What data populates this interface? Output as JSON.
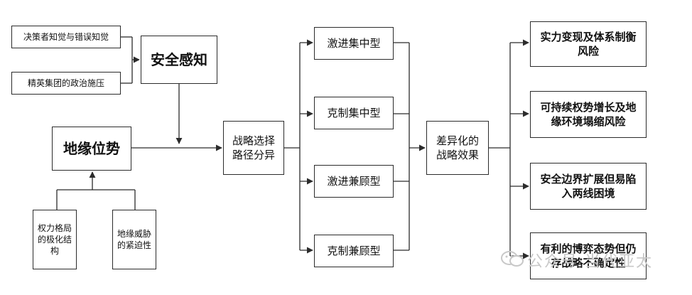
{
  "inputs": {
    "decision_perception": "决策者知觉与错误知觉",
    "elite_pressure": "精英集团的政治施压",
    "security_perception": "安全感知",
    "geo_position": "地缘位势",
    "power_structure": "权力格局的极化结构",
    "threat_urgency": "地缘威胁的紧迫性"
  },
  "middle": {
    "strategy_divergence": "战略选择路径分异"
  },
  "types": [
    "激进集中型",
    "克制集中型",
    "激进兼顾型",
    "克制兼顾型"
  ],
  "effect": "差异化的战略效果",
  "outcomes": [
    "实力变现及体系制衡风险",
    "可持续权势增长及地缘环境塌缩风险",
    "安全边界扩展但易陷入两线困境",
    "有利的博弈态势但仍存战略不确定性"
  ],
  "watermark": "公众号·当代亚太"
}
